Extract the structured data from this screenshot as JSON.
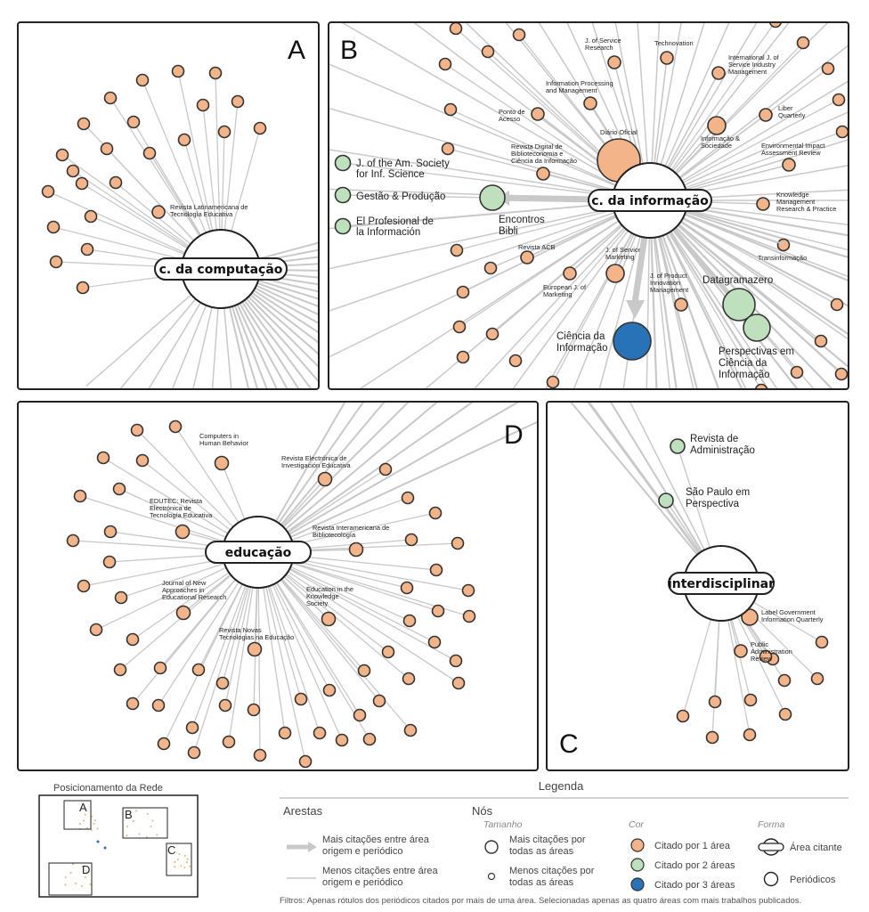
{
  "panels": {
    "A": {
      "letter": "A",
      "hub": "c. da computação",
      "labels": [
        "Revista Latinamericana de",
        "Tecnología Educativa"
      ]
    },
    "B": {
      "letter": "B",
      "hub": "c. da informação",
      "small": {
        "jservice": [
          "J. of Service",
          "Research"
        ],
        "technovation": [
          "Technovation"
        ],
        "intl": [
          "International J. of",
          "Service Industry",
          "Management"
        ],
        "ipm": [
          "Information Processing",
          "and Management"
        ],
        "ponto": [
          "Ponto de",
          "Acesso"
        ],
        "liber": [
          "Liber",
          "Quarterly"
        ],
        "diario": [
          "Diário Oficial"
        ],
        "rdbci": [
          "Revista Digital de",
          "Biblioteconomia e",
          "Ciência da Informação"
        ],
        "infsoc": [
          "Informação &",
          "Sociedade"
        ],
        "eiar": [
          "Environmental Impact",
          "Assessment Review"
        ],
        "kmrp": [
          "Knowledge",
          "Management",
          "Research & Practice"
        ],
        "acb": [
          "Revista ACB"
        ],
        "jsm": [
          "J. of Services",
          "Marketing"
        ],
        "ejm": [
          "European J. of",
          "Marketing"
        ],
        "jpim": [
          "J. of Product",
          "Innovation",
          "Management"
        ],
        "transinf": [
          "Transinformação"
        ]
      },
      "medium": {
        "jasis": [
          "J. of the Am. Society",
          "for Inf. Science"
        ],
        "gestao": [
          "Gestão & Produção"
        ],
        "profesional": [
          "El Profesional de",
          "la Información"
        ],
        "encontros": [
          "Encontros",
          "Bibli"
        ],
        "datagramazero": [
          "Datagramazero"
        ],
        "cienciainf": [
          "Ciência da",
          "Informação"
        ],
        "perspectivas": [
          "Perspectivas em",
          "Ciência da",
          "Informação"
        ]
      }
    },
    "C": {
      "letter": "C",
      "hub": "interdisciplinar",
      "medium": {
        "rad": [
          "Revista de",
          "Administração"
        ],
        "spp": [
          "São Paulo em",
          "Perspectiva"
        ]
      },
      "small": {
        "giq": [
          "Label Government",
          "Information Quarterly"
        ],
        "par": [
          "Public",
          "Administration",
          "Review"
        ]
      }
    },
    "D": {
      "letter": "D",
      "hub": "educação",
      "small": {
        "chb": [
          "Computers in",
          "Human Behavior"
        ],
        "relie": [
          "Revista Electrónica de",
          "Investigación Educativa"
        ],
        "edutec": [
          "EDUTEC: Revista",
          "Electrónica de",
          "Tecnología Educativa"
        ],
        "rib": [
          "Revista Interamericana de",
          "Bibliotecología"
        ],
        "jnaer": [
          "Journal of New",
          "Approaches in",
          "Educational Research"
        ],
        "eks": [
          "Education in the",
          "Knowledge",
          "Society"
        ],
        "rntn": [
          "Revista Novas",
          "Tecnologias na Educação"
        ]
      }
    }
  },
  "legend": {
    "minimap_title": "Posicionamento da Rede",
    "minimap_letters": [
      "A",
      "B",
      "C",
      "D"
    ],
    "title": "Legenda",
    "edges_title": "Arestas",
    "edge_more": [
      "Mais citações entre área",
      "origem e periódico"
    ],
    "edge_less": [
      "Menos citações entre área",
      "origem e periódico"
    ],
    "nodes_title": "Nós",
    "size_title": "Tamanho",
    "size_more": [
      "Mais citações por",
      "todas as áreas"
    ],
    "size_less": [
      "Menos citações por",
      "todas as áreas"
    ],
    "color_title": "Cor",
    "color_1": "Citado por 1 área",
    "color_2": "Citado por 2 áreas",
    "color_3": "Citado por 3 áreas",
    "shape_title": "Forma",
    "shape_area": "Área citante",
    "shape_journal": "Periódicos",
    "filters": "Filtros: Apenas rótulos dos periódicos citados por mais de uma área. Selecionadas apenas as quatro áreas com mais trabalhos publicados."
  },
  "colors": {
    "cited_1": "#f2b488",
    "cited_2": "#bfe0bd",
    "cited_3": "#2872b8",
    "edge": "#c9c9c9",
    "frame": "#222222"
  }
}
